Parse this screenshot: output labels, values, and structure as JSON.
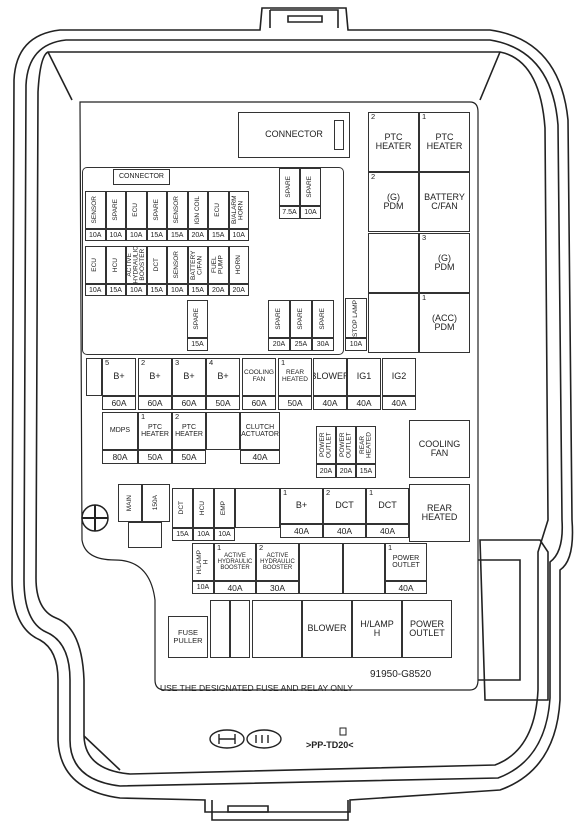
{
  "top": {
    "connector_main": "CONNECTOR",
    "connector_small": "CONNECTOR"
  },
  "right_relays": [
    {
      "num": "2",
      "label": "PTC\nHEATER"
    },
    {
      "num": "1",
      "label": "PTC\nHEATER"
    },
    {
      "num": "2",
      "label": "(G)\nPDM"
    },
    {
      "num": "",
      "label": "BATTERY\nC/FAN"
    },
    {
      "num": "3",
      "label": "(G)\nPDM"
    },
    {
      "num": "1",
      "label": "(ACC)\nPDM"
    }
  ],
  "mini_row1": [
    {
      "label": "SENSOR",
      "amp": "10A"
    },
    {
      "label": "SPARE",
      "amp": "10A"
    },
    {
      "label": "ECU",
      "amp": "10A"
    },
    {
      "label": "SPARE",
      "amp": "15A"
    },
    {
      "label": "SENSOR",
      "amp": "15A"
    },
    {
      "label": "IGN COIL",
      "amp": "20A"
    },
    {
      "label": "ECU",
      "amp": "15A"
    },
    {
      "label": "B/ALARM HORN",
      "amp": "10A"
    }
  ],
  "mini_row2": [
    {
      "label": "ECU",
      "amp": "10A"
    },
    {
      "label": "HCU",
      "amp": "15A"
    },
    {
      "label": "ACTIVE HYDRAULIC BOOSTER",
      "amp": "10A"
    },
    {
      "label": "DCT",
      "amp": "15A"
    },
    {
      "label": "SENSOR",
      "amp": "10A"
    },
    {
      "label": "BATTERY C/FAN",
      "amp": "15A"
    },
    {
      "label": "FUEL PUMP",
      "amp": "20A"
    },
    {
      "label": "HORN",
      "amp": "20A"
    }
  ],
  "spare_top": [
    {
      "label": "SPARE",
      "amp": "7.5A"
    },
    {
      "label": "SPARE",
      "amp": "10A"
    }
  ],
  "spare_mid": {
    "label": "SPARE",
    "amp": "15A"
  },
  "spare_group": [
    {
      "label": "SPARE",
      "amp": "20A"
    },
    {
      "label": "SPARE",
      "amp": "25A"
    },
    {
      "label": "SPARE",
      "amp": "30A"
    }
  ],
  "stop_lamp": {
    "label": "STOP LAMP",
    "amp": "10A"
  },
  "multi_row1": [
    {
      "num": "5",
      "label": "B+",
      "amp": "60A"
    },
    {
      "num": "2",
      "label": "B+",
      "amp": "60A"
    },
    {
      "num": "3",
      "label": "B+",
      "amp": "60A"
    },
    {
      "num": "4",
      "label": "B+",
      "amp": "50A"
    },
    {
      "num": "",
      "label": "COOLING\nFAN",
      "amp": "60A"
    },
    {
      "num": "1",
      "label": "REAR\nHEATED",
      "amp": "50A"
    },
    {
      "num": "",
      "label": "BLOWER",
      "amp": "40A"
    },
    {
      "num": "",
      "label": "IG1",
      "amp": "40A"
    },
    {
      "num": "",
      "label": "IG2",
      "amp": "40A"
    }
  ],
  "multi_row2": [
    {
      "num": "",
      "label": "MDPS",
      "amp": "80A"
    },
    {
      "num": "1",
      "label": "PTC\nHEATER",
      "amp": "50A"
    },
    {
      "num": "2",
      "label": "PTC\nHEATER",
      "amp": "50A"
    },
    {
      "num": "",
      "label": "CLUTCH\nACTUATOR",
      "amp": "40A"
    }
  ],
  "power_outlets_small": [
    {
      "label": "POWER OUTLET",
      "amp": "20A"
    },
    {
      "label": "POWER OUTLET",
      "amp": "20A"
    },
    {
      "label": "REAR HEATED",
      "amp": "15A"
    }
  ],
  "relays_mid": [
    {
      "label": "COOLING\nFAN"
    },
    {
      "label": "REAR\nHEATED"
    }
  ],
  "main_fuse": {
    "label": "MAIN",
    "amp": "150A"
  },
  "row3_small": [
    {
      "label": "DCT",
      "amp": "15A"
    },
    {
      "label": "HCU",
      "amp": "10A"
    },
    {
      "label": "EMP",
      "amp": "10A"
    }
  ],
  "row3_multi": [
    {
      "num": "1",
      "label": "B+",
      "amp": "40A"
    },
    {
      "num": "2",
      "label": "DCT",
      "amp": "40A"
    },
    {
      "num": "1",
      "label": "DCT",
      "amp": "40A"
    }
  ],
  "row4": [
    {
      "num": "",
      "label": "H/LAMP\nH",
      "amp": "10A"
    },
    {
      "num": "1",
      "label": "ACTIVE\nHYDRAULIC\nBOOSTER",
      "amp": "40A"
    },
    {
      "num": "2",
      "label": "ACTIVE\nHYDRAULIC\nBOOSTER",
      "amp": "30A"
    },
    {
      "num": "1",
      "label": "POWER\nOUTLET",
      "amp": "40A"
    }
  ],
  "bottom_relays": [
    {
      "label": "FUSE\nPULLER"
    },
    {
      "label": "BLOWER"
    },
    {
      "label": "H/LAMP\nH"
    },
    {
      "label": "POWER\nOUTLET"
    }
  ],
  "part_number": "91950-G8520",
  "note": "USE THE DESIGNATED FUSE AND RELAY ONLY",
  "material_code": ">PP-TD20<"
}
